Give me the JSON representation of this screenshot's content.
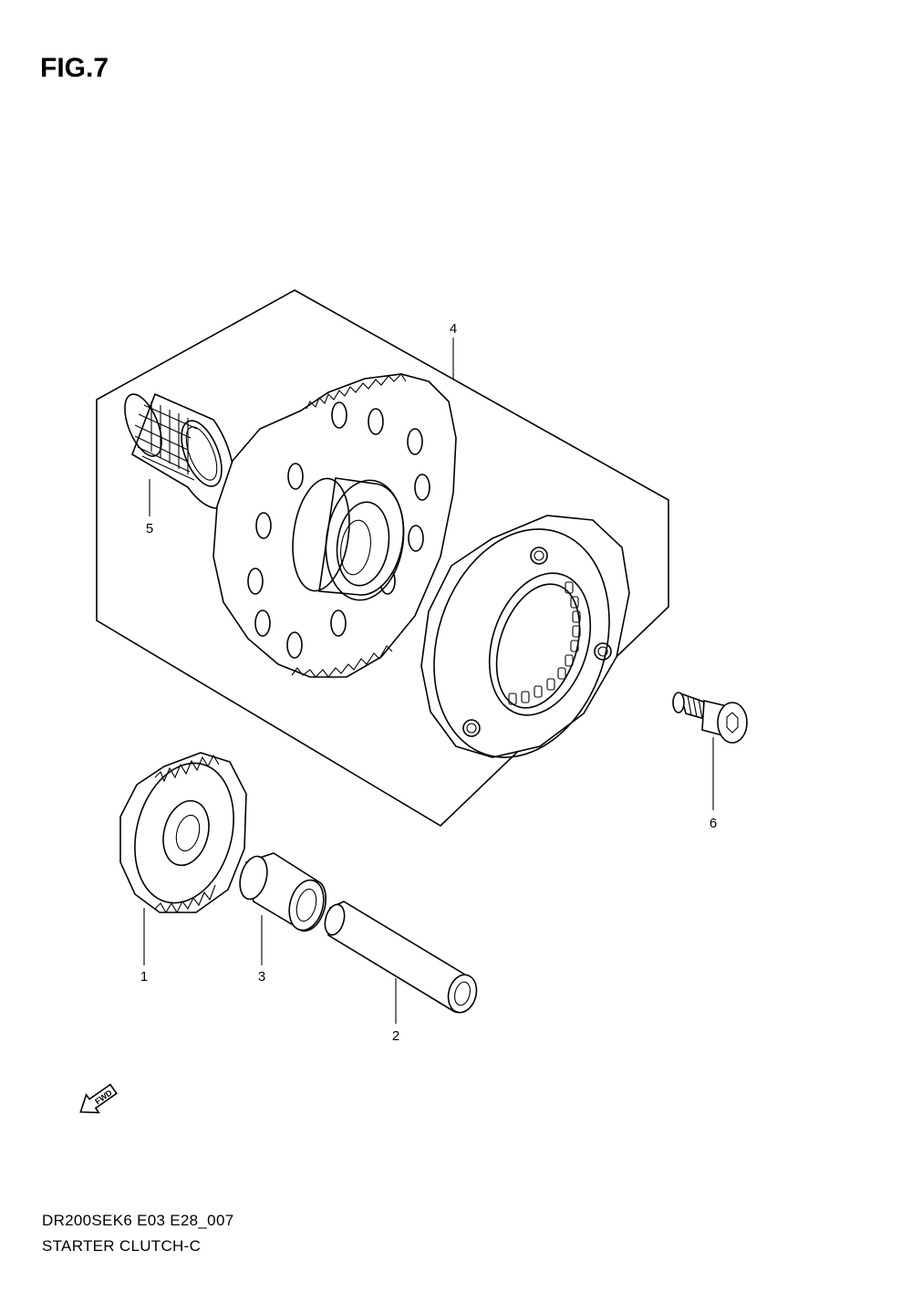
{
  "figure": {
    "title": "FIG.7"
  },
  "callouts": [
    {
      "number": "1"
    },
    {
      "number": "2"
    },
    {
      "number": "3"
    },
    {
      "number": "4"
    },
    {
      "number": "5"
    },
    {
      "number": "6"
    }
  ],
  "fwd_arrow": {
    "text": "FWD"
  },
  "footer": {
    "model_code": "DR200SEK6 E03 E28_007",
    "diagram_name": "STARTER CLUTCH-C"
  }
}
